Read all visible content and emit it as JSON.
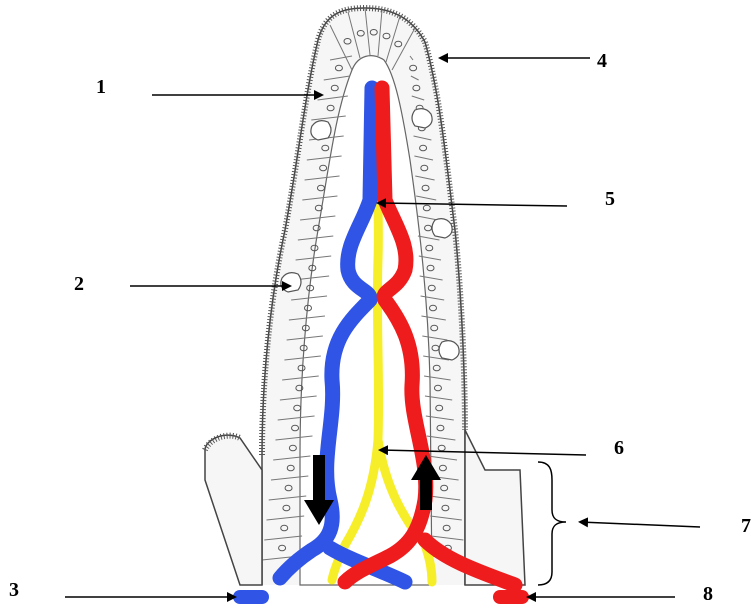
{
  "labels": {
    "l1": "1",
    "l2": "2",
    "l3": "3",
    "l4": "4",
    "l5": "5",
    "l6": "6",
    "l7": "7",
    "l8": "8"
  },
  "colors": {
    "artery": "#ee1c1c",
    "vein": "#2f54e6",
    "lacteal": "#f7ee2a",
    "cell_fill": "#f2f2f2",
    "outline": "#333333"
  }
}
